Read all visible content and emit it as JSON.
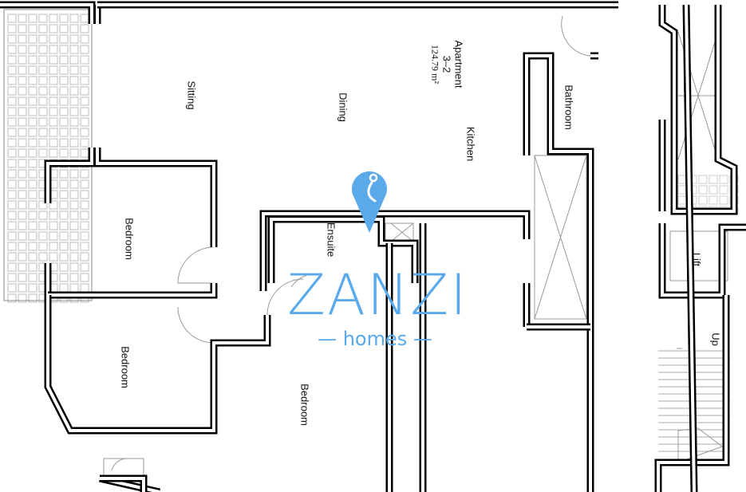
{
  "plan": {
    "apartment": {
      "name": "Apartment",
      "unit": "3–2",
      "area": "124.79 m²"
    },
    "rooms": {
      "sitting": "Sitting",
      "dining": "Dining",
      "kitchen": "Kitchen",
      "bathroom": "Bathroom",
      "bedroom1": "Bedroom",
      "bedroom2": "Bedroom",
      "bedroom3": "Bedroom",
      "ensuite": "Ensuite",
      "lift": "Lift",
      "up": "Up"
    }
  },
  "watermark": {
    "brand": "ZANZI",
    "sub": "homes",
    "icon": "map-pin-icon"
  },
  "colors": {
    "brand": "#5aaaeb",
    "walls": "#000000"
  }
}
